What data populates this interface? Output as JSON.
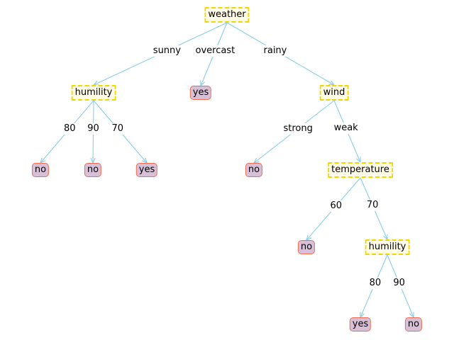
{
  "colors": {
    "edge": "#87ceeb",
    "decision_border": "#f2d600",
    "decision_fill": "#fffbe6",
    "leaf_border": "#f26b4e",
    "leaf_fill": "#d8bfd8"
  },
  "nodes": [
    {
      "id": "weather",
      "label": "weather",
      "kind": "decision"
    },
    {
      "id": "humility1",
      "label": "humility",
      "kind": "decision"
    },
    {
      "id": "yes_overcast",
      "label": "yes",
      "kind": "leaf"
    },
    {
      "id": "wind",
      "label": "wind",
      "kind": "decision"
    },
    {
      "id": "no_h80",
      "label": "no",
      "kind": "leaf"
    },
    {
      "id": "no_h90",
      "label": "no",
      "kind": "leaf"
    },
    {
      "id": "yes_h70",
      "label": "yes",
      "kind": "leaf"
    },
    {
      "id": "no_strong",
      "label": "no",
      "kind": "leaf"
    },
    {
      "id": "temperature",
      "label": "temperature",
      "kind": "decision"
    },
    {
      "id": "no_t60",
      "label": "no",
      "kind": "leaf"
    },
    {
      "id": "humility2",
      "label": "humility",
      "kind": "decision"
    },
    {
      "id": "yes_h2_80",
      "label": "yes",
      "kind": "leaf"
    },
    {
      "id": "no_h2_90",
      "label": "no",
      "kind": "leaf"
    }
  ],
  "edges": [
    {
      "from": "weather",
      "to": "humility1",
      "label": "sunny"
    },
    {
      "from": "weather",
      "to": "yes_overcast",
      "label": "overcast"
    },
    {
      "from": "weather",
      "to": "wind",
      "label": "rainy"
    },
    {
      "from": "humility1",
      "to": "no_h80",
      "label": "80"
    },
    {
      "from": "humility1",
      "to": "no_h90",
      "label": "90"
    },
    {
      "from": "humility1",
      "to": "yes_h70",
      "label": "70"
    },
    {
      "from": "wind",
      "to": "no_strong",
      "label": "strong"
    },
    {
      "from": "wind",
      "to": "temperature",
      "label": "weak"
    },
    {
      "from": "temperature",
      "to": "no_t60",
      "label": "60"
    },
    {
      "from": "temperature",
      "to": "humility2",
      "label": "70"
    },
    {
      "from": "humility2",
      "to": "yes_h2_80",
      "label": "80"
    },
    {
      "from": "humility2",
      "to": "no_h2_90",
      "label": "90"
    }
  ]
}
